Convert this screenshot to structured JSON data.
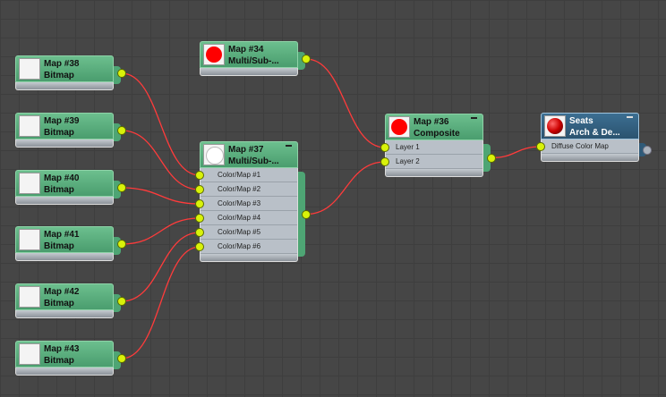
{
  "nodes": [
    {
      "id": "map38",
      "title": "Map #38",
      "type": "Bitmap"
    },
    {
      "id": "map39",
      "title": "Map #39",
      "type": "Bitmap"
    },
    {
      "id": "map40",
      "title": "Map #40",
      "type": "Bitmap"
    },
    {
      "id": "map41",
      "title": "Map #41",
      "type": "Bitmap"
    },
    {
      "id": "map42",
      "title": "Map #42",
      "type": "Bitmap"
    },
    {
      "id": "map43",
      "title": "Map #43",
      "type": "Bitmap"
    },
    {
      "id": "map34",
      "title": "Map #34",
      "type": "Multi/Sub-..."
    },
    {
      "id": "map37",
      "title": "Map #37",
      "type": "Multi/Sub-...",
      "slots": [
        "Color/Map #1",
        "Color/Map #2",
        "Color/Map #3",
        "Color/Map #4",
        "Color/Map #5",
        "Color/Map #6"
      ]
    },
    {
      "id": "map36",
      "title": "Map #36",
      "type": "Composite",
      "slots": [
        "Layer 1",
        "Layer 2"
      ]
    },
    {
      "id": "seats",
      "title": "Seats",
      "type": "Arch & De...",
      "slots": [
        "Diffuse Color Map"
      ]
    }
  ],
  "colors": {
    "wire": "#ff3b3b",
    "socket": "#d9f20a",
    "map_node": "#5aae7d",
    "material_node": "#2f5a78"
  },
  "connections": [
    [
      "map38",
      "map37",
      0
    ],
    [
      "map39",
      "map37",
      1
    ],
    [
      "map40",
      "map37",
      2
    ],
    [
      "map41",
      "map37",
      3
    ],
    [
      "map42",
      "map37",
      4
    ],
    [
      "map43",
      "map37",
      5
    ],
    [
      "map34",
      "map36",
      0
    ],
    [
      "map37",
      "map36",
      1
    ],
    [
      "map36",
      "seats",
      0
    ]
  ]
}
